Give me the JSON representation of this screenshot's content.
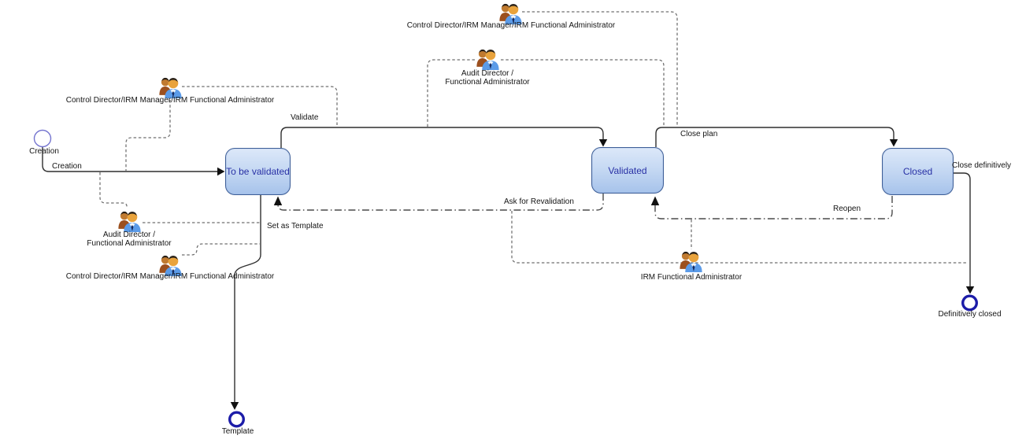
{
  "states": {
    "to_be_validated": "To be validated",
    "validated": "Validated",
    "closed": "Closed"
  },
  "events": {
    "creation": "Creation",
    "template": "Template",
    "definitively_closed": "Definitively closed"
  },
  "transitions": {
    "creation": "Creation",
    "validate": "Validate",
    "close_plan": "Close plan",
    "close_definitively": "Close definitively",
    "set_as_template": "Set as Template",
    "ask_for_revalidation": "Ask for Revalidation",
    "reopen": "Reopen"
  },
  "actors": {
    "control_director_top": "Control Director/IRM Manager/IRM Functional Administrator",
    "audit_director_top": "Audit Director /\nFunctional Administrator",
    "control_director_left": "Control Director/IRM Manager/IRM Functional Administrator",
    "audit_director_left": "Audit Director /\nFunctional Administrator",
    "control_director_bottom": "Control Director/IRM Manager/IRM Functional Administrator",
    "irm_functional_administrator": "IRM Functional Administrator"
  },
  "colors": {
    "state_fill_top": "#dce8f9",
    "state_fill_bottom": "#a7c3eb",
    "state_border": "#3d5e97",
    "state_text": "#2830a5",
    "start_event_stroke": "#7474cf",
    "end_event_stroke": "#1c1ca8",
    "flow_line": "#2f2f2f",
    "association_line": "#6f6f6f",
    "icon_shirt": "#5b9be8",
    "icon_skin": "#e9a33c"
  }
}
